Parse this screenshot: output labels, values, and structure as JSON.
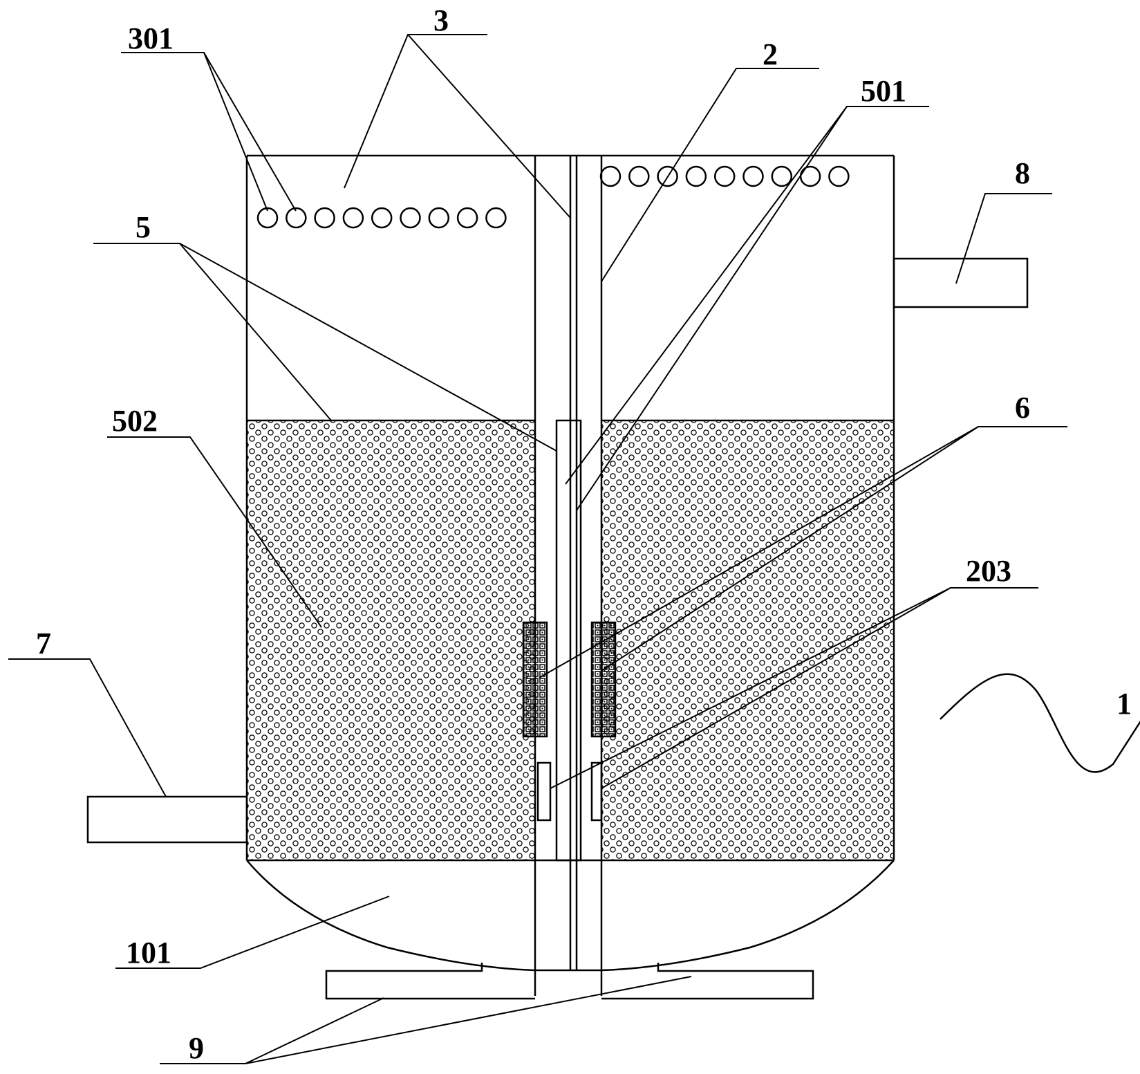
{
  "diagram": {
    "labels": {
      "part_1": "1",
      "part_101": "101",
      "part_2": "2",
      "part_203": "203",
      "part_3": "3",
      "part_301": "301",
      "part_5": "5",
      "part_501": "501",
      "part_502": "502",
      "part_6": "6",
      "part_7": "7",
      "part_8": "8",
      "part_9": "9"
    },
    "colors": {
      "stroke": "#000000",
      "background": "#ffffff"
    }
  }
}
